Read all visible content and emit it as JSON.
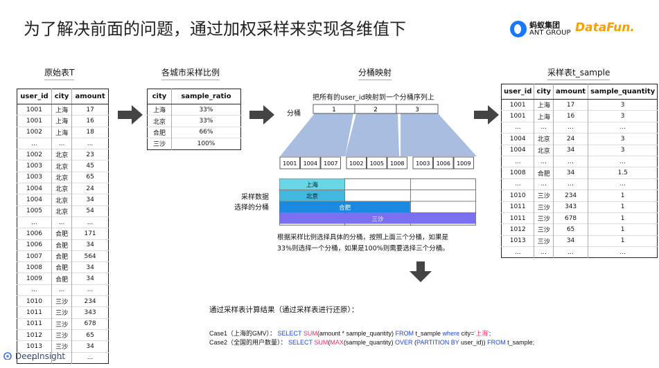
{
  "slide": {
    "title": "为了解决前面的问题，通过加权采样来实现各维值下"
  },
  "logos": {
    "ant_cn": "蚂蚁集团",
    "ant_en": "ANT GROUP",
    "datafun": "DataFun."
  },
  "sections": {
    "original": "原始表T",
    "ratio": "各城市采样比例",
    "mapping": "分桶映射",
    "sample": "采样表t_sample"
  },
  "original_table": {
    "columns": [
      "user_id",
      "city",
      "amount"
    ],
    "rows": [
      [
        "1001",
        "上海",
        "17"
      ],
      [
        "1001",
        "上海",
        "16"
      ],
      [
        "1002",
        "上海",
        "18"
      ],
      [
        "...",
        "...",
        "..."
      ],
      [
        "1002",
        "北京",
        "23"
      ],
      [
        "1003",
        "北京",
        "45"
      ],
      [
        "1003",
        "北京",
        "65"
      ],
      [
        "1004",
        "北京",
        "24"
      ],
      [
        "1004",
        "北京",
        "34"
      ],
      [
        "1005",
        "北京",
        "54"
      ],
      [
        "...",
        "...",
        "..."
      ],
      [
        "1006",
        "合肥",
        "171"
      ],
      [
        "1006",
        "合肥",
        "34"
      ],
      [
        "1007",
        "合肥",
        "564"
      ],
      [
        "1008",
        "合肥",
        "34"
      ],
      [
        "1009",
        "合肥",
        "34"
      ],
      [
        "...",
        "...",
        "..."
      ],
      [
        "1010",
        "三沙",
        "234"
      ],
      [
        "1011",
        "三沙",
        "343"
      ],
      [
        "1011",
        "三沙",
        "678"
      ],
      [
        "1012",
        "三沙",
        "65"
      ],
      [
        "1013",
        "三沙",
        "34"
      ],
      [
        "...",
        "...",
        "..."
      ]
    ]
  },
  "ratio_table": {
    "columns": [
      "city",
      "sample_ratio"
    ],
    "rows": [
      [
        "上海",
        "33%"
      ],
      [
        "北京",
        "33%"
      ],
      [
        "合肥",
        "66%"
      ],
      [
        "三沙",
        "100%"
      ]
    ]
  },
  "mapping": {
    "title": "把所有的user_id映射到一个分桶序列上",
    "bucket_label": "分桶",
    "buckets": [
      "1",
      "2",
      "3"
    ],
    "ids": [
      [
        "1001",
        "1004",
        "1007"
      ],
      [
        "1002",
        "1005",
        "1008"
      ],
      [
        "1003",
        "1006",
        "1009"
      ]
    ],
    "side_label_1": "采样数据",
    "side_label_2": "选择的分桶",
    "bars": [
      {
        "label": "上海",
        "buckets": 1,
        "color": "#69d6e6"
      },
      {
        "label": "北京",
        "buckets": 1,
        "color": "#40b8e0"
      },
      {
        "label": "合肥",
        "buckets": 2,
        "color": "#1a8ae0"
      },
      {
        "label": "三沙",
        "buckets": 3,
        "color": "#7a6ff0"
      }
    ],
    "note_1": "根据采样比例选择具体的分桶，按照上面三个分桶，如果是",
    "note_2": "33%则选择一个分桶，如果是100%则需要选择三个分桶。"
  },
  "sample_table": {
    "columns": [
      "user_id",
      "city",
      "amount",
      "sample_quantity"
    ],
    "rows": [
      [
        "1001",
        "上海",
        "17",
        "3"
      ],
      [
        "1001",
        "上海",
        "16",
        "3"
      ],
      [
        "...",
        "...",
        "...",
        "..."
      ],
      [
        "1004",
        "北京",
        "24",
        "3"
      ],
      [
        "1004",
        "北京",
        "34",
        "3"
      ],
      [
        "...",
        "...",
        "...",
        "..."
      ],
      [
        "1008",
        "合肥",
        "34",
        "1.5"
      ],
      [
        "...",
        "...",
        "...",
        "..."
      ],
      [
        "1010",
        "三沙",
        "234",
        "1"
      ],
      [
        "1011",
        "三沙",
        "343",
        "1"
      ],
      [
        "1011",
        "三沙",
        "678",
        "1"
      ],
      [
        "1012",
        "三沙",
        "65",
        "1"
      ],
      [
        "1013",
        "三沙",
        "34",
        "1"
      ],
      [
        "...",
        "...",
        "...",
        "..."
      ]
    ]
  },
  "calc": {
    "title": "通过采样表计算结果（通过采样表进行还原）：",
    "case1_prefix": "Case1（上海的GMV）：",
    "case1_select": "SELECT",
    "case1_sum": "SUM",
    "case1_expr": "(amount * sample_quantity)",
    "case1_from": "FROM",
    "case1_table": "t_sample",
    "case1_where": "where",
    "case1_cond": "city=",
    "case1_value": "'上海'",
    "case1_end": ";",
    "case2_prefix": "Case2（全国的用户数量）：",
    "case2_select": "SELECT",
    "case2_sum": "SUM",
    "case2_open": "(",
    "case2_max": "MAX",
    "case2_arg": "(sample_quantity)",
    "case2_over": "OVER",
    "case2_open2": "(",
    "case2_partition": "PARTITION BY",
    "case2_col": " user_id))",
    "case2_from": "FROM",
    "case2_table": "t_sample;"
  },
  "footer": {
    "brand": "DeepInsight"
  },
  "colors": {
    "arrow": "#444444",
    "bucket_trap": "#a9bde0",
    "bucket_box_border": "#333333"
  },
  "icons": {
    "arrows": "right-arrow-icon",
    "down": "down-arrow-icon"
  }
}
